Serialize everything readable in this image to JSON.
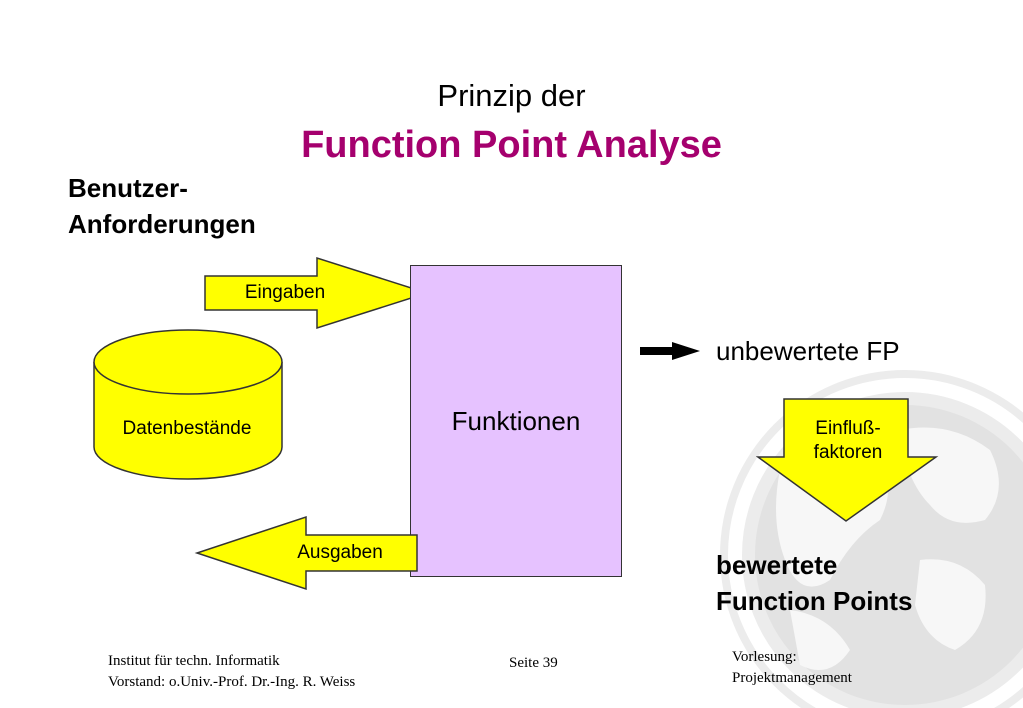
{
  "title": {
    "line1": "Prinzip der",
    "line2": "Function Point Analyse"
  },
  "requirements": {
    "line1": "Benutzer-",
    "line2": "Anforderungen"
  },
  "inputs_label": "Eingaben",
  "outputs_label": "Ausgaben",
  "datastore_label": "Datenbestände",
  "functions_label": "Funktionen",
  "unweighted_label": "unbewertete FP",
  "factors": {
    "line1": "Einfluß-",
    "line2": "faktoren"
  },
  "weighted": {
    "line1": "bewertete",
    "line2": "Function Points"
  },
  "footer": {
    "institute": "Institut für techn. Informatik",
    "board": "Vorstand: o.Univ.-Prof. Dr.-Ing. R. Weiss",
    "page": "Seite 39",
    "lecture": "Vorlesung:",
    "course": "Projektmanagement"
  },
  "colors": {
    "accent": "#a5006e",
    "shape_fill": "#ffff00",
    "function_box": "#e6c2ff"
  }
}
